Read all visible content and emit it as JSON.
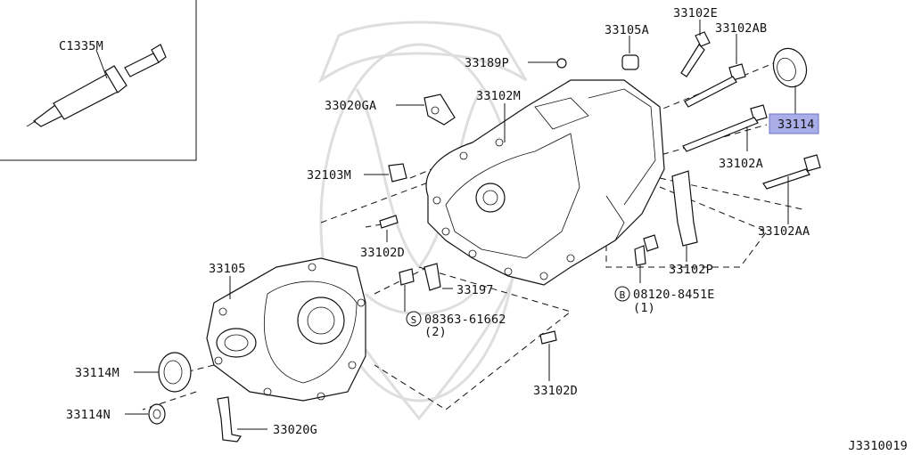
{
  "diagram": {
    "inset_part": "C1335M",
    "part_labels": {
      "p33102E": "33102E",
      "p33105A": "33105A",
      "p33102AB": "33102AB",
      "p33189P": "33189P",
      "p33020GA": "33020GA",
      "p33102M": "33102M",
      "p33114": "33114",
      "p32103M": "32103M",
      "p33102A": "33102A",
      "p33102D_upper": "33102D",
      "p33102AA": "33102AA",
      "p33105": "33105",
      "p33197": "33197",
      "p33102P": "33102P",
      "p08120": "08120-8451E",
      "p08120_qty": "(1)",
      "p08363": "08363-61662",
      "p08363_qty": "(2)",
      "p33114M": "33114M",
      "p33114N": "33114N",
      "p33102D_lower": "33102D",
      "p33020G": "33020G"
    },
    "callout_B": "B",
    "callout_S": "S",
    "highlight_color": "#a9aee8",
    "footer_code": "J3310019"
  }
}
